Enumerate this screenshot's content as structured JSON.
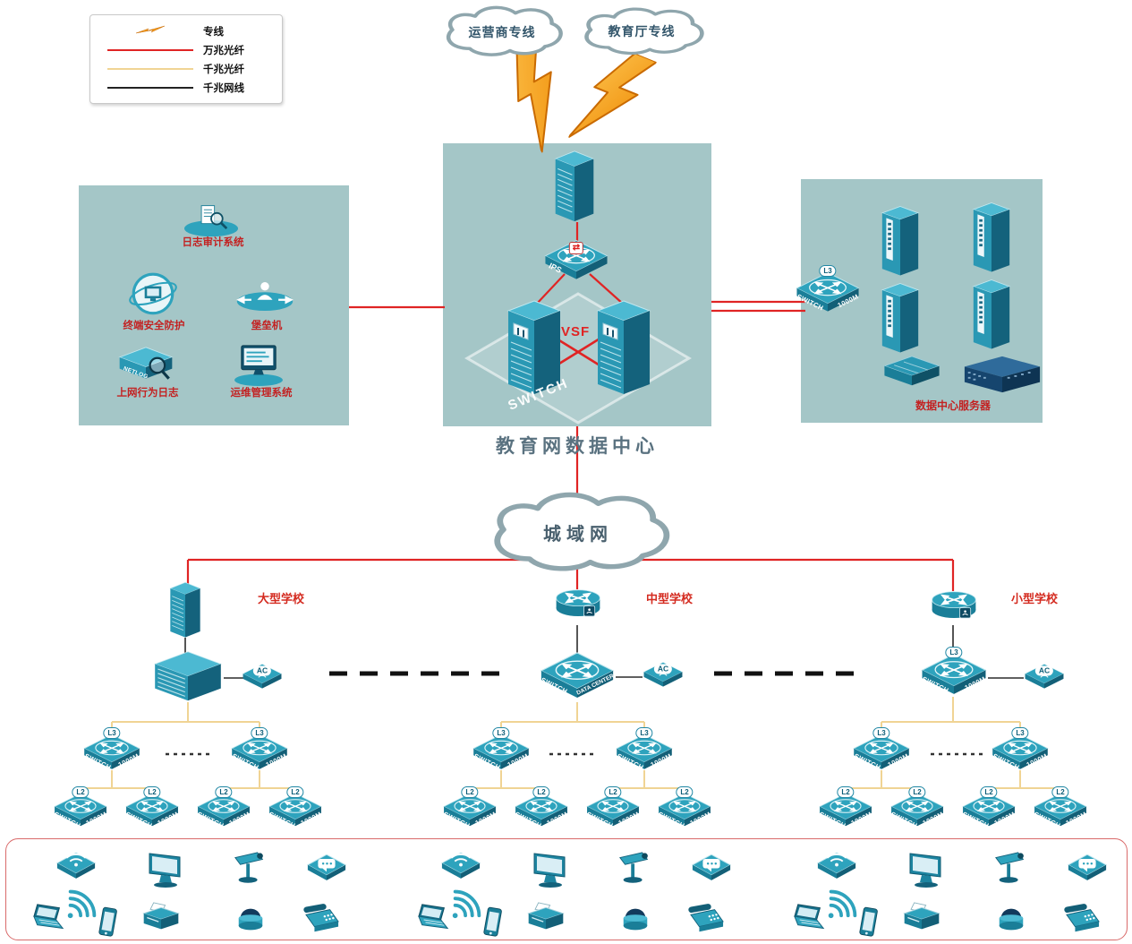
{
  "colors": {
    "line_10g_fiber": "#e02424",
    "line_1g_fiber": "#f0d494",
    "line_1g_cable": "#222222",
    "panel_bg": "#a4c6c7",
    "device_teal": "#2ea3bd",
    "bolt_orange": "#f59d1e",
    "label_red": "#c82020"
  },
  "legend": {
    "items": [
      {
        "label": "专线",
        "type": "lightning"
      },
      {
        "label": "万兆光纤",
        "type": "line",
        "color": "#e02424"
      },
      {
        "label": "千兆光纤",
        "type": "line",
        "color": "#f0d494"
      },
      {
        "label": "千兆网线",
        "type": "line",
        "color": "#222222"
      }
    ]
  },
  "clouds": {
    "carrier": "运营商专线",
    "education": "教育厅专线",
    "man": "城域网"
  },
  "data_center": {
    "title": "教育网数据中心",
    "vsf": "VSF",
    "ips": "IPS",
    "watermark": "SWITCH"
  },
  "security_panel": {
    "items": [
      {
        "label": "日志审计系统"
      },
      {
        "label": "终端安全防护"
      },
      {
        "label": "堡垒机"
      },
      {
        "label": "上网行为日志",
        "icon_text": "NETLOG"
      },
      {
        "label": "运维管理系统"
      }
    ]
  },
  "server_panel": {
    "title": "数据中心服务器"
  },
  "labels": {
    "switch": "SWITCH",
    "m1000": "1000M",
    "l3": "L3",
    "l2": "L2",
    "ac": "AC",
    "data_center_sw": "DATA CENTER"
  },
  "schools": [
    {
      "name": "大型学校"
    },
    {
      "name": "中型学校"
    },
    {
      "name": "小型学校"
    }
  ]
}
